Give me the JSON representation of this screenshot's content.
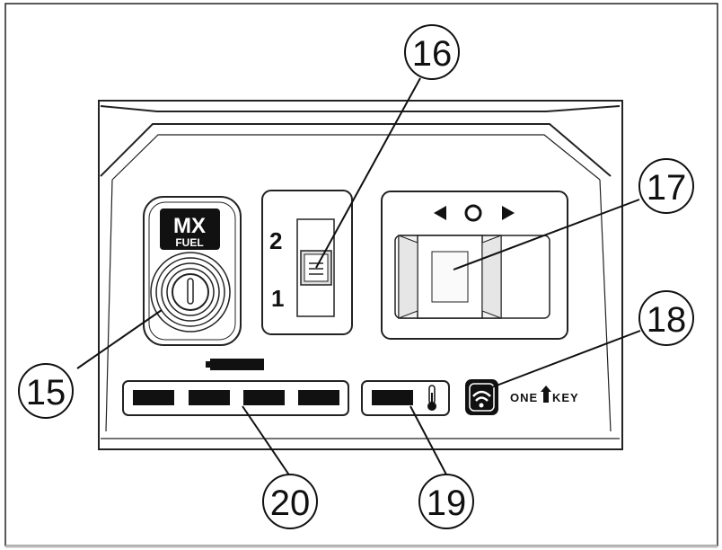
{
  "callouts": [
    "15",
    "16",
    "17",
    "18",
    "19",
    "20"
  ],
  "logo": {
    "line1": "MX",
    "line2": "FUEL"
  },
  "speed_switch": {
    "high_label": "2",
    "low_label": "1"
  },
  "direction_switch": {
    "symbols": "◀ O ▶"
  },
  "onekey": {
    "brand_left": "ONE",
    "brand_right": "KEY"
  },
  "icons": [
    "power-button-icon",
    "battery-icon",
    "thermometer-icon",
    "onekey-wireless-icon",
    "left-arrow-icon",
    "right-arrow-icon"
  ]
}
